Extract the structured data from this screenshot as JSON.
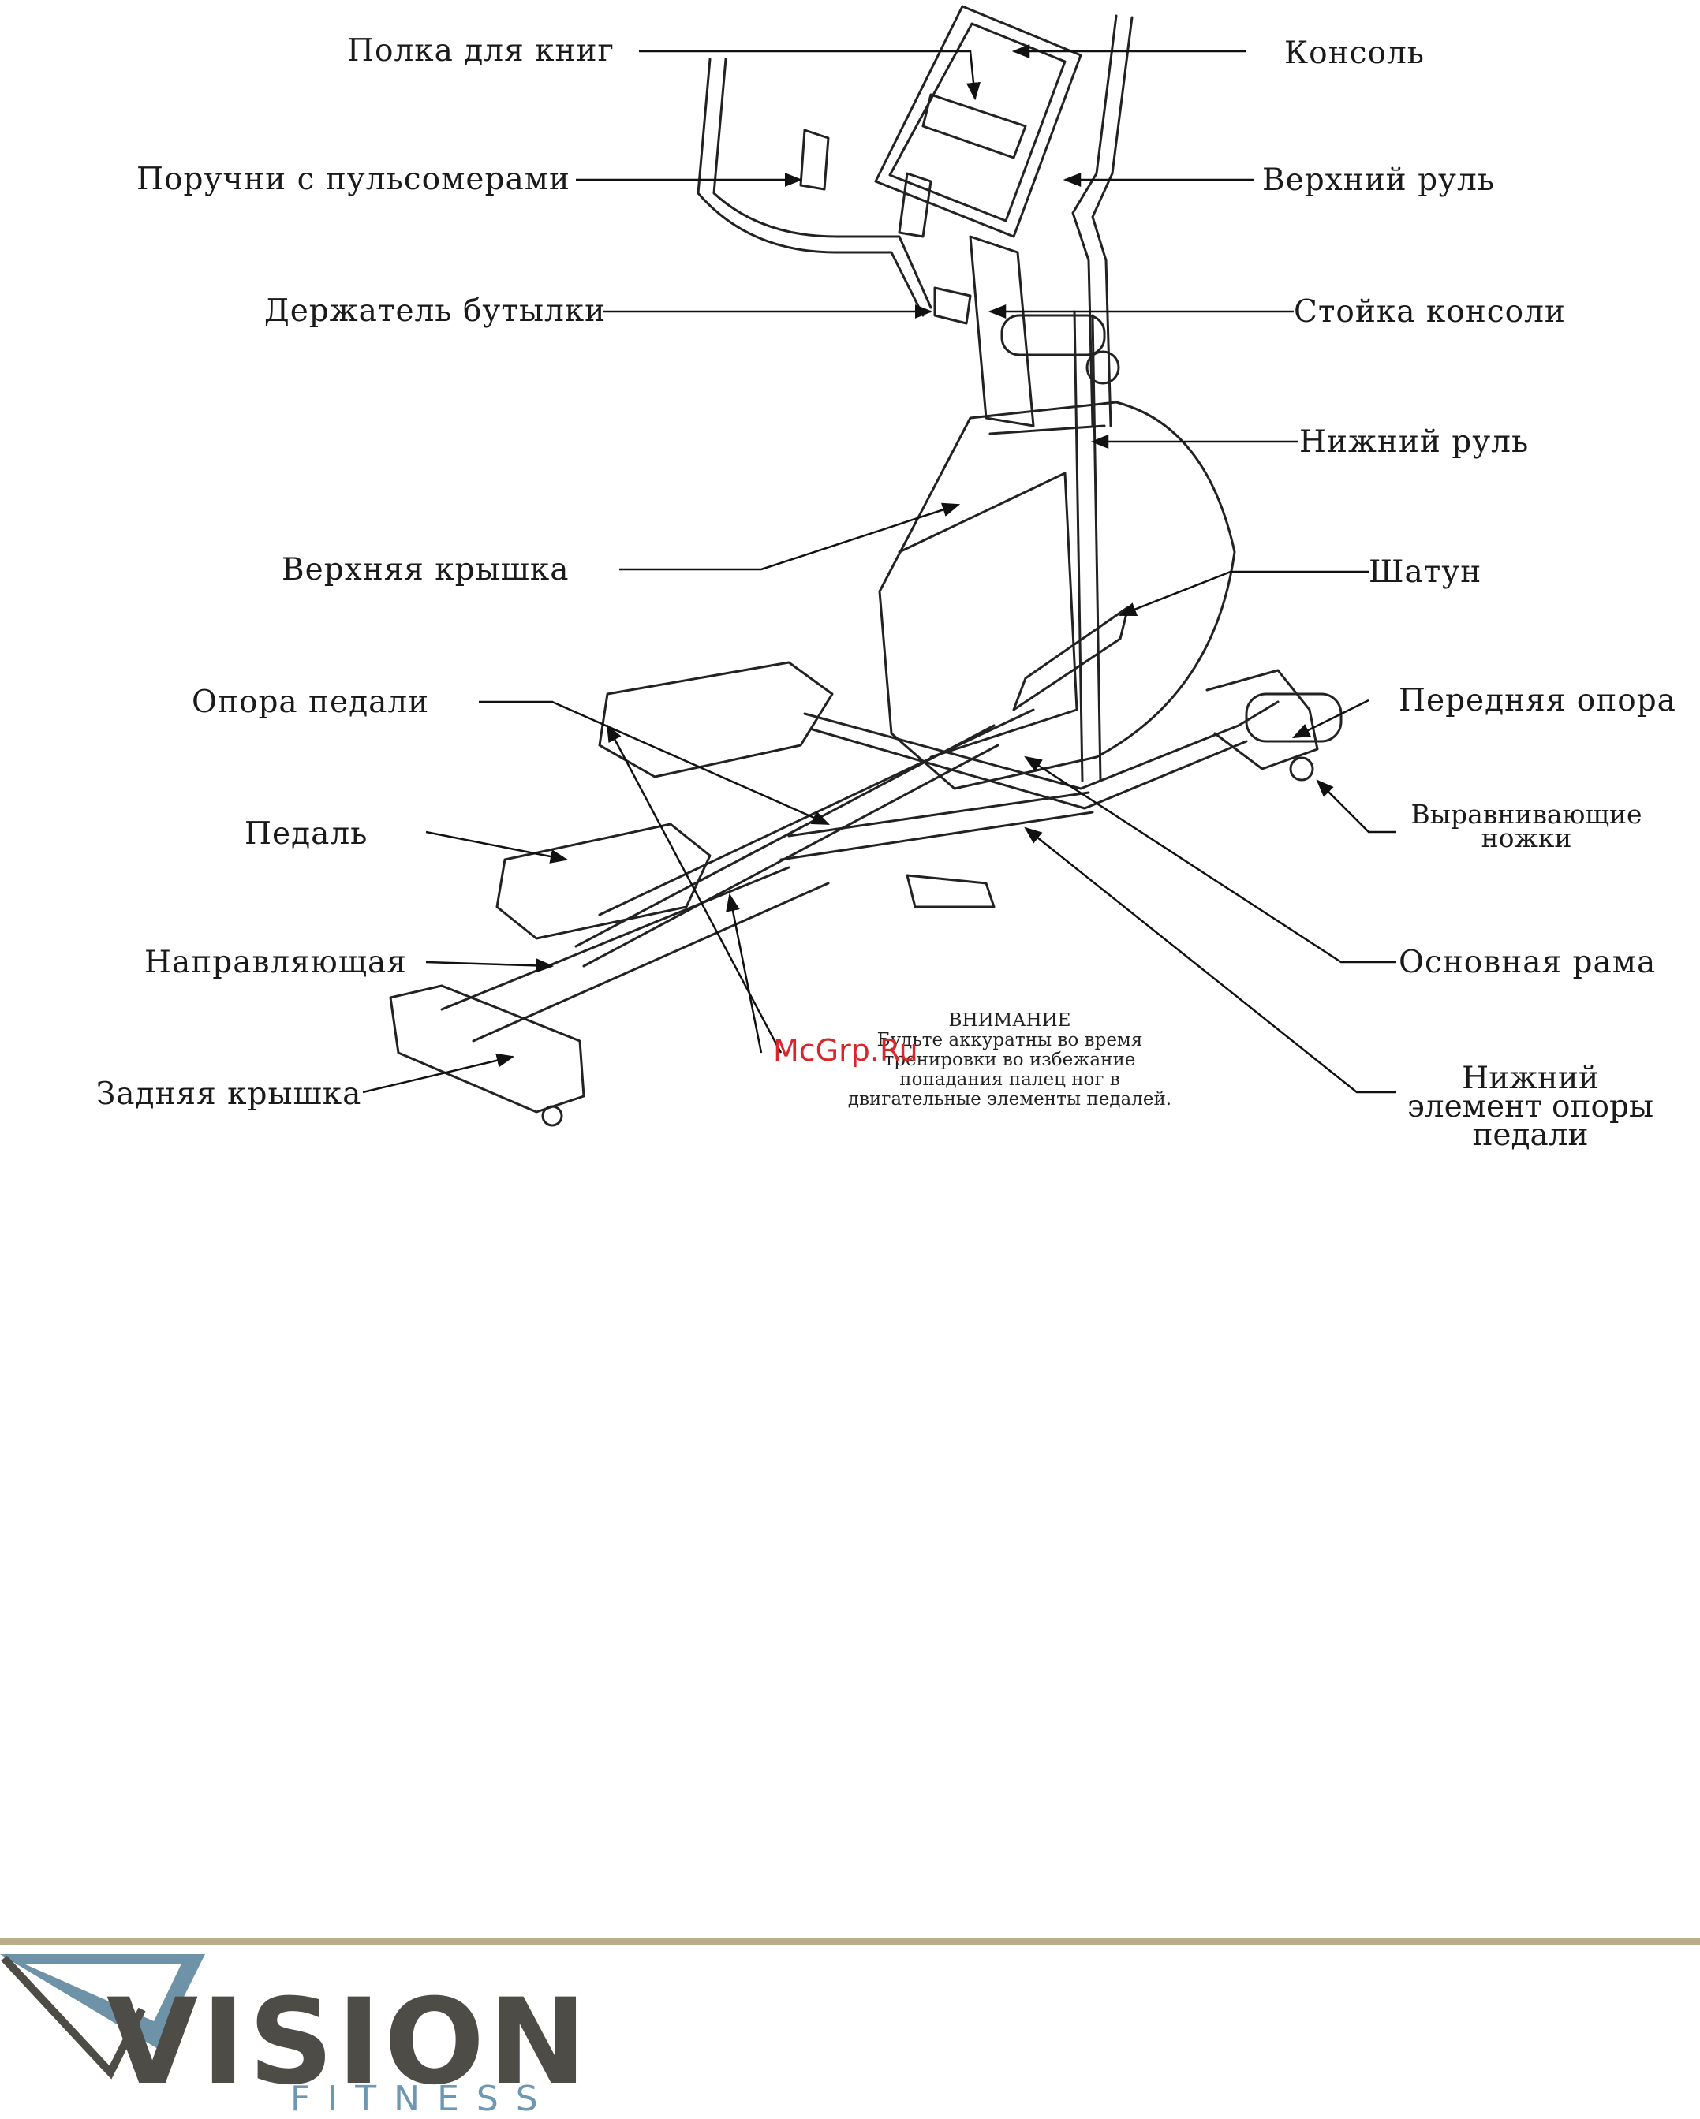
{
  "labels": {
    "shelf": "Полка для книг",
    "console": "Консоль",
    "hr_grips": "Поручни с пульсомерами",
    "upper_handlebar": "Верхний руль",
    "bottle_holder": "Держатель бутылки",
    "console_mast": "Стойка консоли",
    "lower_handlebar": "Нижний руль",
    "top_cover": "Верхняя крышка",
    "crank_arm": "Шатун",
    "pedal_support": "Опора педали",
    "front_stabilizer": "Передняя опора",
    "leveling_feet": "Выравнивающие ножки",
    "pedal": "Педаль",
    "rail": "Направляющая",
    "main_frame": "Основная рама",
    "rear_cover": "Задняя крышка",
    "lower_pedal_support": "Нижний элемент опоры педали"
  },
  "warning": {
    "title": "ВНИМАНИЕ",
    "text": "Будьте аккуратны во время тренировки во избежание попадания палец ног в двигательные элементы педалей."
  },
  "watermark": "McGrp.Ru",
  "footer": {
    "brand": "VISION",
    "sub": "FITNESS",
    "line_color": "#b9ad8a",
    "brand_color": "#4d4c47",
    "sub_color": "#6c98b4"
  }
}
